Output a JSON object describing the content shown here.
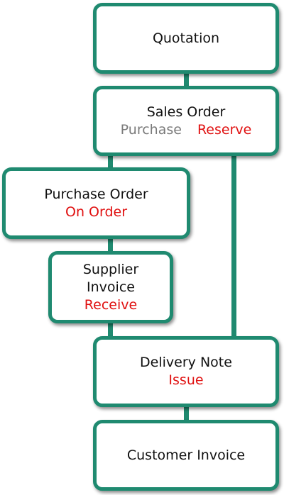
{
  "nodes": {
    "quotation": {
      "title": "Quotation"
    },
    "sales_order": {
      "title": "Sales Order",
      "status_left": "Purchase",
      "status_right": "Reserve"
    },
    "purchase_order": {
      "title": "Purchase Order",
      "status": "On Order"
    },
    "supplier_invoice": {
      "title_line1": "Supplier",
      "title_line2": "Invoice",
      "status": "Receive"
    },
    "delivery_note": {
      "title": "Delivery Note",
      "status": "Issue"
    },
    "customer_invoice": {
      "title": "Customer Invoice"
    }
  },
  "colors": {
    "border": "#1f8a70",
    "status_red": "#e01010",
    "status_grey": "#7a7a7a"
  }
}
